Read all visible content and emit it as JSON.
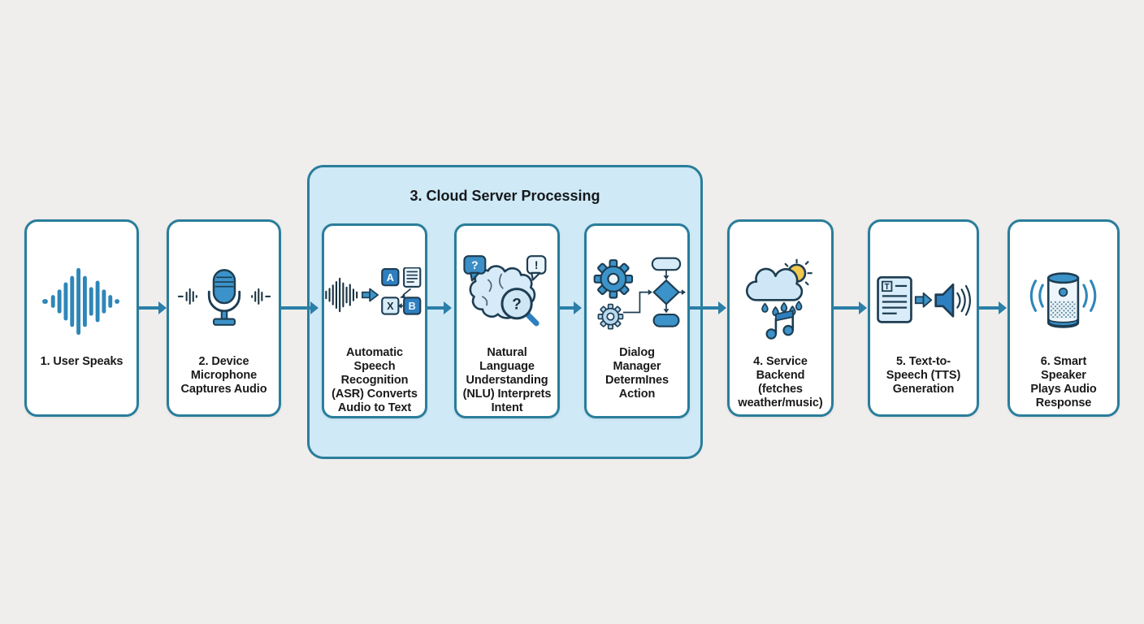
{
  "diagram": {
    "background_color": "#efeeec",
    "accent_color": "#2b7fa8",
    "box_border_color": "#2a7d9b",
    "cloud_fill_color": "#cfe9f6",
    "icon_blue": "#3c93c9",
    "icon_outline": "#1d3d52",
    "text_color": "#1a1a1a",
    "cloud_group": {
      "title": "3. Cloud Server Processing"
    },
    "steps": [
      {
        "id": "user-speaks",
        "label": "1. User Speaks",
        "icon": "audio-waveform-icon"
      },
      {
        "id": "device-microphone",
        "label": "2. Device Microphone Captures Audio",
        "icon": "microphone-icon"
      },
      {
        "id": "asr",
        "label": "Automatic Speech Recognition (ASR) Converts Audio to Text",
        "icon": "speech-to-text-icon",
        "group": "cloud-server"
      },
      {
        "id": "nlu",
        "label": "Natural Language Understanding (NLU) Interprets Intent",
        "icon": "brain-analysis-icon",
        "group": "cloud-server"
      },
      {
        "id": "dialog-manager",
        "label": "Dialog Manager DetermInes Action",
        "icon": "gears-flowchart-icon",
        "group": "cloud-server"
      },
      {
        "id": "service-backend",
        "label": "4. Service Backend (fetches weather/music)",
        "icon": "weather-music-icon"
      },
      {
        "id": "tts",
        "label": "5. Text-to-Speech (TTS) Generation",
        "icon": "text-to-speech-icon"
      },
      {
        "id": "smart-speaker",
        "label": "6. Smart Speaker Plays Audio Response",
        "icon": "smart-speaker-icon"
      }
    ]
  }
}
